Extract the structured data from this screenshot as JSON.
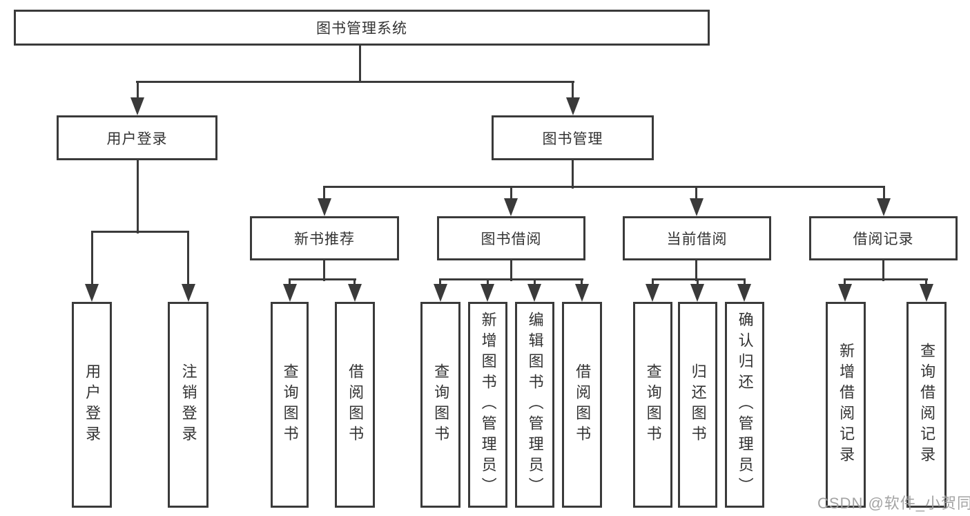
{
  "diagram": {
    "title": "图书管理系统",
    "level2": {
      "user_login": "用户登录",
      "book_management": "图书管理"
    },
    "level3": {
      "new_book_recommend": "新书推荐",
      "book_borrow": "图书借阅",
      "current_borrow": "当前借阅",
      "borrow_records": "借阅记录"
    },
    "leaves": {
      "user_login": "用户登录",
      "logout": "注销登录",
      "recommend_query_books": "查询图书",
      "recommend_borrow_books": "借阅图书",
      "borrow_query_books": "查询图书",
      "borrow_add_books": "新增图书（管理员）",
      "borrow_edit_books": "编辑图书（管理员）",
      "borrow_borrow_books": "借阅图书",
      "current_query_books": "查询图书",
      "current_return_books": "归还图书",
      "current_confirm_return": "确认归还（管理员）",
      "records_add_record": "新增借阅记录",
      "records_query_record": "查询借阅记录"
    }
  },
  "watermark": "CSDN @软件_小贺同学"
}
